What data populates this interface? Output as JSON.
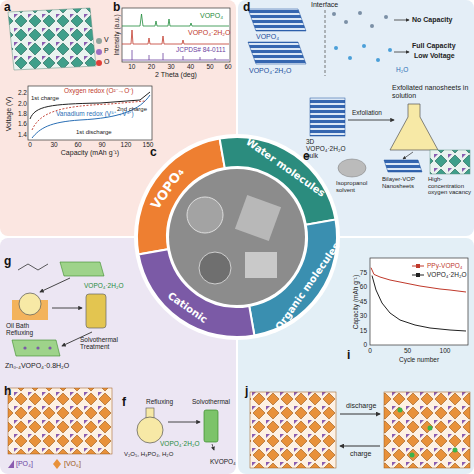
{
  "diagram": {
    "nodes": [
      {
        "text": [
          "VOPO₄"
        ]
      },
      {
        "text": [
          "Water molecules"
        ]
      },
      {
        "text": [
          "Organic molecules"
        ]
      },
      {
        "text": [
          "Cationic"
        ]
      }
    ],
    "labels": [
      "a",
      "b",
      "c",
      "d",
      "e",
      "f",
      "g",
      "h",
      "i",
      "j",
      "Voltage (V)",
      "Oxygen redox (O²⁻→O⁻)",
      "Vanadium redox (V⁵⁺→V⁴⁺)",
      "1st charge",
      "2nd charge",
      "1st discharge",
      "0",
      "30",
      "60",
      "90",
      "120",
      "150",
      "2.2",
      "2.0",
      "1.8",
      "1.6",
      "1.4",
      "Capacity (mAh g⁻¹)",
      "VOPO₄",
      "VOPO₄·2H₂O",
      "JCPDS# 84-0111",
      "Intensity (a.u.)",
      "10",
      "20",
      "30",
      "40",
      "50",
      "60",
      "2 Theta (deg)",
      "VOPO₄",
      "VOPO₄·2H₂O",
      "Interface",
      "No Capacity",
      "Full Capacity",
      "Low Voltage",
      "H₂O",
      "Exfoliated nanosheets in solution",
      "3D VOPO₄·2H₂O bulk",
      "Exfoliation",
      "Isopropanol solvent",
      "Bilayer-VOP Nanosheets",
      "High-concentration oxygen vacancy",
      "VOPO₄·2H₂O",
      "Oil Bath Refluxing",
      "Solvothermal Treatment",
      "Zn₀.₄VOPO₄·0.8H₂O",
      "[PO₄]",
      "[VO₆]",
      "Refluxing",
      "Solvothermal",
      "V₂O₅, H₃PO₄, H₂O",
      "VOPO₄·2H₂O",
      "KVOPO₄",
      "Capacity (mAh g⁻¹)",
      "0",
      "15",
      "30",
      "45",
      "60",
      "75",
      "0",
      "50",
      "100",
      "Cycle number",
      "discharge",
      "charge"
    ],
    "legend": [
      {
        "text": "V",
        "color": "#8fa39c"
      },
      {
        "text": "P",
        "color": "#9b6fc3"
      },
      {
        "text": "O",
        "color": "#e0403a"
      },
      {
        "text": "PPy-VOPO₄"
      },
      {
        "text": "VOPO₄·2H₂O"
      }
    ]
  }
}
